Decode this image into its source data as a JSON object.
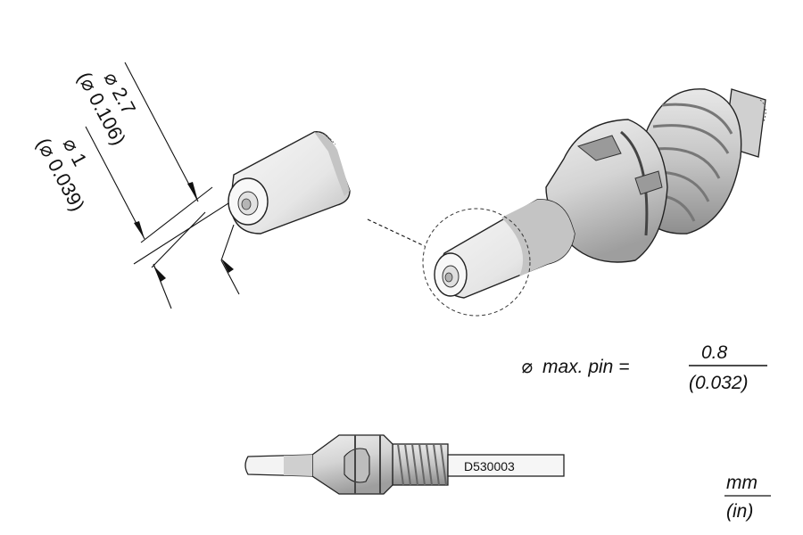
{
  "dimensions": {
    "outer_diameter_mm": "2.7",
    "outer_diameter_in": "0.106",
    "inner_diameter_mm": "1",
    "inner_diameter_in": "0.039",
    "diameter_symbol": "⌀"
  },
  "max_pin": {
    "label": "max. pin =",
    "value_mm": "0.8",
    "value_in": "(0.032)"
  },
  "part_number": "D530003",
  "units": {
    "numerator": "mm",
    "denominator": "(in)"
  },
  "colors": {
    "tip_light": "#f4f4f4",
    "tip_shade": "#c8c8c8",
    "body": "#d8d8d8",
    "thread": "#bdbdbd"
  }
}
